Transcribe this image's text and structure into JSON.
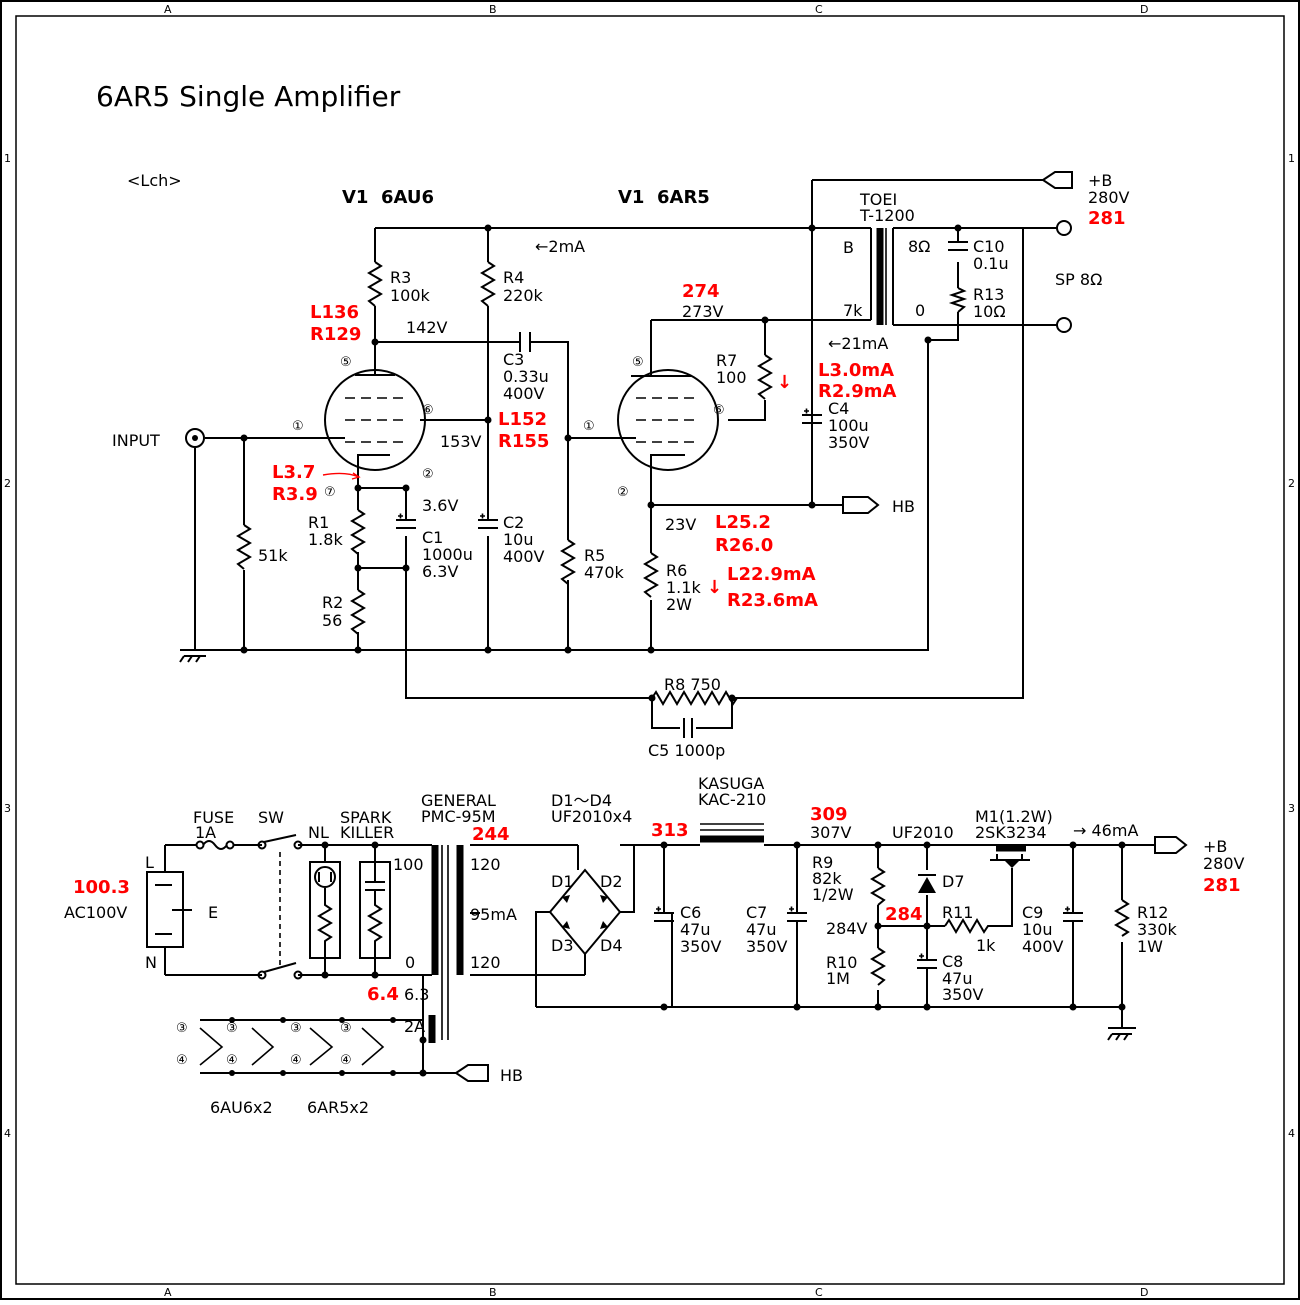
{
  "title": "6AR5 Single Amplifier",
  "channel": "<Lch>",
  "border": {
    "cols": [
      "A",
      "B",
      "C",
      "D"
    ],
    "rows": [
      "1",
      "2",
      "3",
      "4"
    ]
  },
  "tubes": {
    "v1_driver": "V1  6AU6",
    "v1_output": "V1  6AR5"
  },
  "pins": {
    "p1": "①",
    "p2": "②",
    "p3": "③",
    "p4": "④",
    "p5": "⑤",
    "p6": "⑥",
    "p7": "⑦"
  },
  "labels": {
    "input": "INPUT",
    "r3": [
      "R3",
      "100k"
    ],
    "r4": [
      "R4",
      "220k"
    ],
    "r1": [
      "R1",
      "1.8k"
    ],
    "r2": [
      "R2",
      "56"
    ],
    "c1": [
      "C1",
      "1000u",
      "6.3V"
    ],
    "c2": [
      "C2",
      "10u",
      "400V"
    ],
    "c3": [
      "C3",
      "0.33u",
      "400V"
    ],
    "r5": [
      "R5",
      "470k"
    ],
    "r6": [
      "R6",
      "1.1k",
      "2W"
    ],
    "r7": [
      "R7",
      "100"
    ],
    "c4": [
      "C4",
      "100u",
      "350V"
    ],
    "r8": "R8 750",
    "c5": "C5 1000p",
    "r_in": "51k",
    "opt": [
      "TOEI",
      "T-1200"
    ],
    "opt_b": "B",
    "opt_7k": "7k",
    "opt_8": "8Ω",
    "opt_0": "0",
    "c10": [
      "C10",
      "0.1u"
    ],
    "r13": [
      "R13",
      "10Ω"
    ],
    "sp": "SP 8Ω",
    "bplus": [
      "+B",
      "280V"
    ],
    "hb": "HB",
    "v142": "142V",
    "v153": "153V",
    "v36": "3.6V",
    "v23": "23V",
    "v273": "273V",
    "i2ma": "←2mA",
    "i21ma": "←21mA",
    "arrow_down": "↓",
    "fuse": [
      "FUSE",
      "1A"
    ],
    "sw": "SW",
    "nl": "NL",
    "spark": [
      "SPARK",
      "KILLER"
    ],
    "ptrans": [
      "GENERAL",
      "PMC-95M"
    ],
    "pt_100": "100",
    "pt_0": "0",
    "pt_120a": "120",
    "pt_120b": "120",
    "pt_95ma": "95mA",
    "pt_63": "6.3",
    "pt_2a": "2A",
    "ac": "AC100V",
    "ac_l": "L",
    "ac_n": "N",
    "ac_e": "E",
    "diodes": [
      "D1～D4",
      "UF2010x4"
    ],
    "d1": "D1",
    "d2": "D2",
    "d3": "D3",
    "d4": "D4",
    "choke": [
      "KASUGA",
      "KAC-210"
    ],
    "c6": [
      "C6",
      "47u",
      "350V"
    ],
    "c7": [
      "C7",
      "47u",
      "350V"
    ],
    "v307": "307V",
    "r9": [
      "R9",
      "82k",
      "1/2W"
    ],
    "r10": [
      "R10",
      "1M"
    ],
    "v284": "284V",
    "uf2010": "UF2010",
    "d7": "D7",
    "r11": [
      "R11",
      "1k"
    ],
    "c8": [
      "C8",
      "47u",
      "350V"
    ],
    "m1": [
      "M1(1.2W)",
      "2SK3234"
    ],
    "i46": "→ 46mA",
    "c9": [
      "C9",
      "10u",
      "400V"
    ],
    "r12": [
      "R12",
      "330k",
      "1W"
    ],
    "heat1": "6AU6x2",
    "heat2": "6AR5x2"
  },
  "measured": {
    "r3v": [
      "L136",
      "R129"
    ],
    "ip_r": [
      "L3.7",
      "R3.9"
    ],
    "g1": [
      "L152",
      "R155"
    ],
    "v274": "274",
    "ic4": [
      "L3.0mA",
      "R2.9mA"
    ],
    "k25": [
      "L25.2",
      "R26.0"
    ],
    "ik": [
      "L22.9mA",
      "R23.6mA"
    ],
    "b281": "281",
    "ac1003": "100.3",
    "v244": "244",
    "v64": "6.4",
    "v313": "313",
    "v309": "309",
    "v284": "284",
    "b281b": "281"
  }
}
